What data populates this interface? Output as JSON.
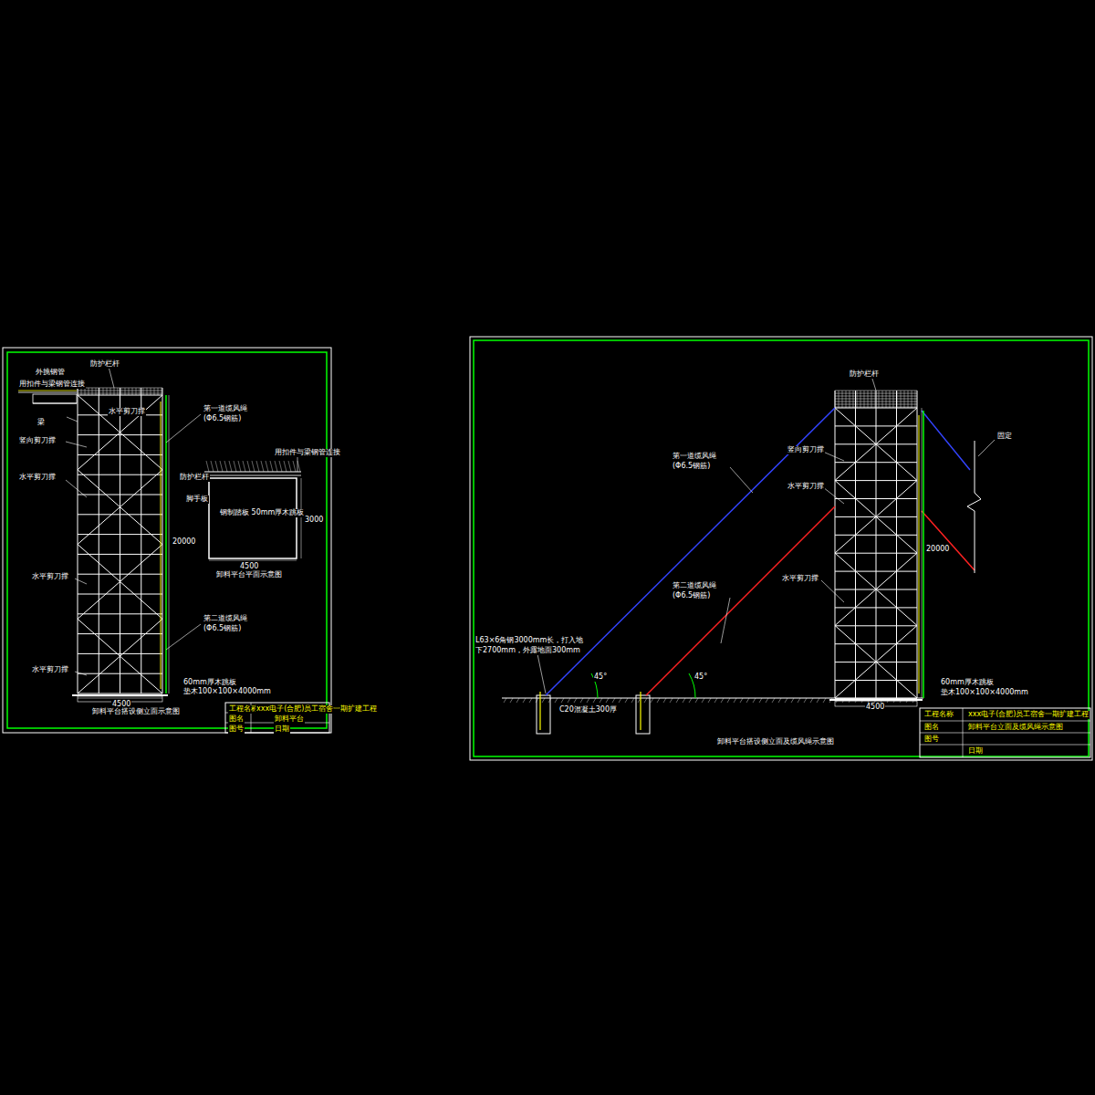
{
  "diagram": {
    "labels": [
      "防护栏杆",
      "用扣件与梁钢管连接",
      "外挑钢管",
      "梁",
      "竖向剪刀撑",
      "水平剪刀撑",
      "水平剪刀撑",
      "水平剪刀撑",
      "水平剪刀撑",
      "第一道缆风绳",
      "(Φ6.5钢筋)",
      "第二道缆风绳",
      "(Φ6.5钢筋)",
      "20000",
      "4500",
      "60mm厚木跳板",
      "垫木100×100×4000mm",
      "卸料平台搭设侧立面示意图",
      "用扣件与梁钢管连接",
      "防护栏杆",
      "脚手板",
      "钢制踏板 50mm厚木跳板",
      "4500",
      "3000",
      "卸料平台平面示意图",
      "工程名称",
      "xxx电子(合肥)员工宿舍一期扩建工程",
      "图名",
      "卸料平台",
      "图号",
      "日期",
      "防护栏杆",
      "第一道缆风绳",
      "(Φ6.5钢筋)",
      "竖向剪刀撑",
      "水平剪刀撑",
      "水平剪刀撑",
      "第二道缆风绳",
      "(Φ6.5钢筋)",
      "L63×6角钢3000mm长，打入地",
      "下2700mm，外露地面300mm",
      "C20混凝土300厚",
      "45°",
      "45°",
      "固定",
      "卸料平台搭设侧立面及缆风绳示意图",
      "4500",
      "20000",
      "60mm厚木跳板",
      "垫木100×100×4000mm",
      "工程名称",
      "xxx电子(合肥)员工宿舍一期扩建工程",
      "图名",
      "卸料平台立面及缆风绳示意图",
      "图号",
      "日期"
    ]
  }
}
